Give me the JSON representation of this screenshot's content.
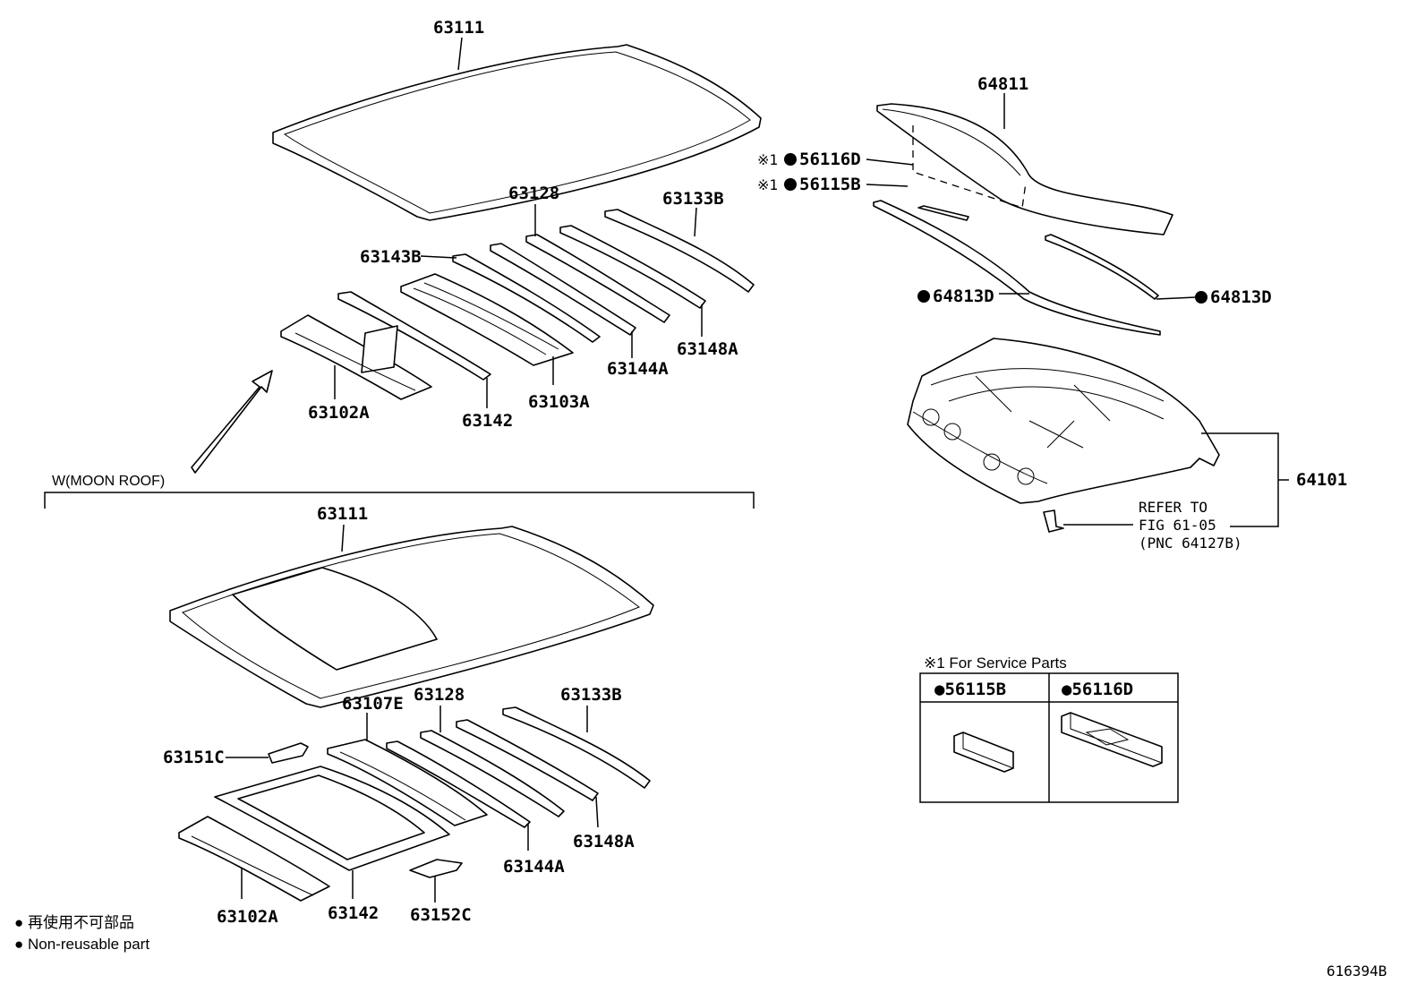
{
  "parts": {
    "p63111_top": "63111",
    "p63128_top": "63128",
    "p63133B_top": "63133B",
    "p63143B": "63143B",
    "p63148A_top": "63148A",
    "p63144A_top": "63144A",
    "p63103A": "63103A",
    "p63142_top": "63142",
    "p63102A_top": "63102A",
    "p64811": "64811",
    "p56116D": "56116D",
    "p56115B": "56115B",
    "p64813D_left": "64813D",
    "p64813D_right": "64813D",
    "p64101": "64101",
    "p63111_bot": "63111",
    "p63107E": "63107E",
    "p63128_bot": "63128",
    "p63133B_bot": "63133B",
    "p63151C": "63151C",
    "p63148A_bot": "63148A",
    "p63144A_bot": "63144A",
    "p63102A_bot": "63102A",
    "p63142_bot": "63142",
    "p63152C": "63152C"
  },
  "notes": {
    "moon_roof": "W(MOON ROOF)",
    "refer_1": "REFER TO",
    "refer_2": "FIG 61-05",
    "refer_3": "(PNC 64127B)",
    "service_mark": "※1",
    "bullet": "●",
    "service_title": "※1 For Service Parts",
    "service_col1": "●56115B",
    "service_col2": "●56116D"
  },
  "legend": {
    "line1": "● 再使用不可部品",
    "line2": "● Non-reusable part"
  },
  "figure_id": "616394B"
}
